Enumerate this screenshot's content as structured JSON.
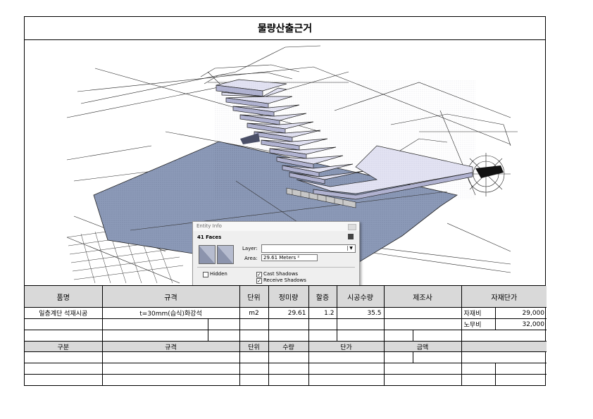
{
  "title": "물량산출근거",
  "figure": {
    "dialog": {
      "caption": "Entity Info",
      "faces": "41 Faces",
      "layer_label": "Layer:",
      "area_label": "Area:",
      "area_value": "29.61 Meters ²",
      "hidden_label": "Hidden",
      "cast_shadows_label": "Cast Shadows",
      "receive_shadows_label": "Receive Shadows",
      "hidden_checked": false,
      "cast_shadows_checked": true,
      "receive_shadows_checked": true
    },
    "colors": {
      "slab": "#8c9ab8",
      "stair_top": "#e3e3f3",
      "stair_front": "#b2b4d2"
    }
  },
  "table": {
    "headers1": [
      "품명",
      "규격",
      "단위",
      "정미량",
      "할증",
      "시공수량",
      "제조사",
      "자재단가"
    ],
    "row1": {
      "item": "일층계단 석재시공",
      "spec": "t=30mm(습식)화강석",
      "unit": "m2",
      "net": "29.61",
      "extra": "1.2",
      "qty": "35.5",
      "maker": "",
      "cost_label": "자재비",
      "cost_value": "29,000"
    },
    "row2": {
      "cost_label": "노무비",
      "cost_value": "32,000"
    },
    "headers2": [
      "구분",
      "규격",
      "단위",
      "수량",
      "단가",
      "금액"
    ]
  }
}
